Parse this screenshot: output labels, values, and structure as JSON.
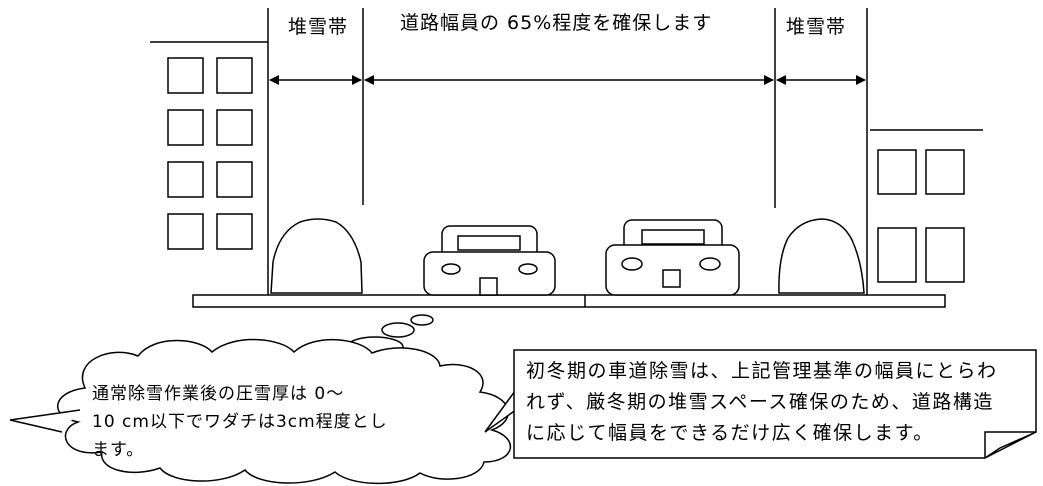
{
  "labels": {
    "snow_band_left": "堆雪帯",
    "road_width": "道路幅員の 65%程度を確保します",
    "snow_band_right": "堆雪帯"
  },
  "cloud_note": {
    "line1": "通常除雪作業後の圧雪厚は 0～",
    "line2": "10 cm以下でワダチは3cm程度とし",
    "line3": "ます。"
  },
  "callout_note": {
    "line1": "初冬期の車道除雪は、上記管理基準の幅員にとらわ",
    "line2": "れず、厳冬期の堆雪スペース確保のため、道路構造",
    "line3": "に応じて幅員をできるだけ広く確保します。"
  }
}
